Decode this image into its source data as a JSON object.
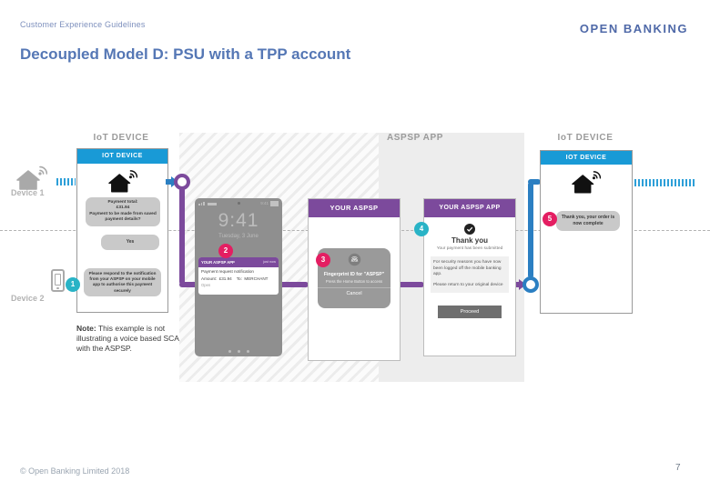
{
  "header": {
    "eyebrow": "Customer Experience Guidelines",
    "logo": "OPEN BANKING",
    "title": "Decoupled Model D: PSU with a TPP account"
  },
  "columns": {
    "left_label": "IoT DEVICE",
    "center_label": "ASPSP APP",
    "right_label": "IoT DEVICE"
  },
  "devices": {
    "device1": "Device 1",
    "device2": "Device 2"
  },
  "steps": {
    "s1": "1",
    "s2": "2",
    "s3": "3",
    "s4": "4",
    "s5": "5"
  },
  "iot_card_left": {
    "header": "IOT DEVICE",
    "bubble_payment": "Payment total:\n£31.94\nPayment to be made from saved payment details?",
    "bubble_yes": "Yes",
    "bubble_respond": "Please respond to the notification from your ASPSP on your mobile app to authorise this payment securely"
  },
  "phone": {
    "status_time": "9:41",
    "time": "9:41",
    "date": "Tuesday, 3 June",
    "notification": {
      "app": "YOUR ASPSP APP",
      "when": "just now",
      "line1": "Payment request notification",
      "line2": "Amount:  £31.94    To:  MERCHANT",
      "action": "Open"
    }
  },
  "aspsp_card": {
    "header": "YOUR ASPSP",
    "modal": {
      "title": "Fingerprint ID for \"ASPSP\"",
      "subtitle": "Press the Home Button to access",
      "cancel": "Cancel"
    }
  },
  "thankyou_card": {
    "header": "YOUR ASPSP APP",
    "title": "Thank you",
    "subtitle": "Your payment has been submitted",
    "info1": "For security reasons you have now been logged off the mobile banking app.",
    "info2": "Please return to your original device",
    "button": "Proceed"
  },
  "iot_card_right": {
    "header": "IOT DEVICE",
    "bubble": "Thank you, your order is now complete"
  },
  "note": {
    "label": "Note:",
    "text": " This example is not illustrating a voice based SCA with the ASPSP."
  },
  "footer": {
    "copyright": "© Open Banking Limited 2018",
    "page_number": "7"
  },
  "colors": {
    "blue": "#199ad6",
    "purple": "#7c4a9c",
    "crimson": "#e41e62",
    "teal": "#29b3c6"
  }
}
